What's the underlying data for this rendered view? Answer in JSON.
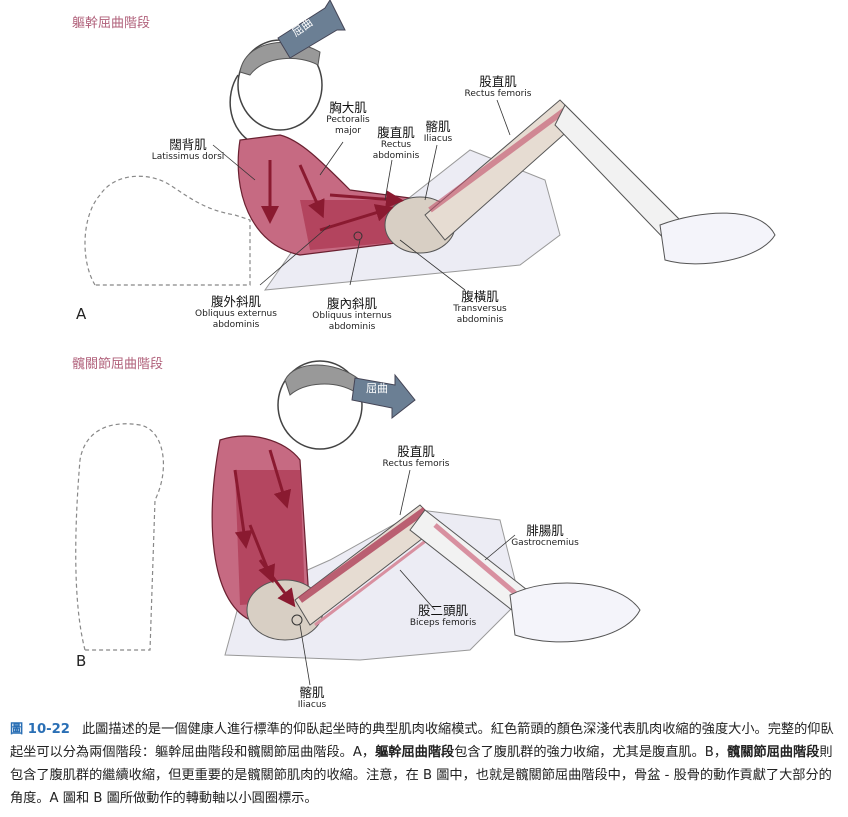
{
  "panel_a": {
    "title": "軀幹屈曲階段",
    "letter": "A",
    "arrow_label": "屈曲",
    "labels": {
      "rectus_femoris": {
        "zh": "股直肌",
        "en": "Rectus femoris"
      },
      "pectoralis": {
        "zh": "胸大肌",
        "en1": "Pectoralis",
        "en2": "major"
      },
      "rectus_abdominis": {
        "zh": "腹直肌",
        "en1": "Rectus",
        "en2": "abdominis"
      },
      "iliacus": {
        "zh": "髂肌",
        "en": "Iliacus"
      },
      "latissimus": {
        "zh": "闊背肌",
        "en": "Latissimus dorsi"
      },
      "obliquus_externus": {
        "zh": "腹外斜肌",
        "en1": "Obliquus externus",
        "en2": "abdominis"
      },
      "obliquus_internus": {
        "zh": "腹內斜肌",
        "en1": "Obliquus internus",
        "en2": "abdominis"
      },
      "transversus": {
        "zh": "腹橫肌",
        "en1": "Transversus",
        "en2": "abdominis"
      }
    }
  },
  "panel_b": {
    "title": "髖關節屈曲階段",
    "letter": "B",
    "arrow_label": "屈曲",
    "labels": {
      "rectus_femoris": {
        "zh": "股直肌",
        "en": "Rectus femoris"
      },
      "gastrocnemius": {
        "zh": "腓腸肌",
        "en": "Gastrocnemius"
      },
      "biceps_femoris": {
        "zh": "股二頭肌",
        "en": "Biceps femoris"
      },
      "iliacus": {
        "zh": "髂肌",
        "en": "Iliacus"
      }
    }
  },
  "caption": {
    "number": "圖 10-22",
    "text1": "此圖描述的是一個健康人進行標準的仰臥起坐時的典型肌肉收縮模式。紅色箭頭的顏色深淺代表肌肉收縮的強度大小。完整的仰臥起坐可以分為兩個階段：軀幹屈曲階段和髖關節屈曲階段。A，",
    "bold1": "軀幹屈曲階段",
    "text2": "包含了腹肌群的強力收縮，尤其是腹直肌。B，",
    "bold2": "髖關節屈曲階段",
    "text3": "則包含了腹肌群的繼續收縮，但更重要的是髖關節肌肉的收縮。注意，在 B 圖中，也就是髖關節屈曲階段中，骨盆 - 股骨的動作貢獻了大部分的角度。A 圖和 B 圖所做動作的轉動軸以小圓圈標示。"
  },
  "colors": {
    "muscle": "#b0405a",
    "muscle_light": "#d890a0",
    "mat": "#ececf4",
    "arrow": "#6b7f94",
    "caption_accent": "#2a6fb5"
  }
}
